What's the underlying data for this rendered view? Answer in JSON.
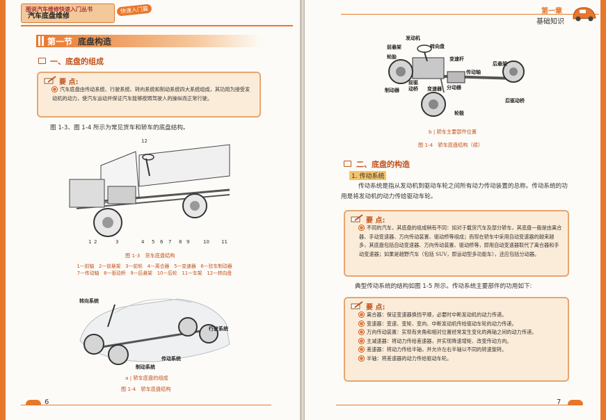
{
  "left_page": {
    "series_name": "图说汽车维修快速入门丛书",
    "book_title": "汽车底盘维修",
    "series_tag": "快速入门篇",
    "section_label": "第一节",
    "section_name": "底盘构造",
    "heading": "一、底盘的组成",
    "note": {
      "title": "要 点:",
      "text": "汽车底盘由传动系统、行驶系统、转向系统和制动系统四大系统组成，其功用为接受发动机的动力，使汽车运动并保证汽车能够按照驾驶人的操纵而正常行驶。"
    },
    "intro": "图 1-3、图 1-4 所示为常见货车和轿车的底盘结构。",
    "truck_figure": {
      "numbers": [
        "1",
        "2",
        "3",
        "4",
        "5",
        "6",
        "7",
        "8",
        "9",
        "10",
        "11",
        "12"
      ],
      "caption": "图 1-3　货车底盘结构",
      "legend_line1": "1—前轴　2—前悬架　3—前轮　4—离合器　5—变速器　6—驻车制动器",
      "legend_line2": "7—传动轴　8—驱动桥　9—后悬架　10—后轮　11—车架　12—转向盘"
    },
    "car_figure": {
      "label_steering": "转向系统",
      "label_driving": "行驶系统",
      "label_transmission": "传动系统",
      "label_braking": "制动系统",
      "subcaption": "a | 轿车底盘的组成",
      "caption": "图 1-4　轿车底盘结构"
    },
    "page_number": "6"
  },
  "right_page": {
    "chapter_title": "第一章",
    "chapter_sub": "基础知识",
    "figure": {
      "labels": {
        "engine": "发动机",
        "front_suspension": "前悬架",
        "steering_wheel": "转向盘",
        "wheel": "轮胎",
        "shift_lever": "变速杆",
        "drive_shaft": "传动轴",
        "rear_suspension": "后悬架",
        "brake": "制动器",
        "front_drive_axle": "前驱动桥",
        "transmission": "变速器",
        "transfer_case": "分动器",
        "rear_drive_axle": "后驱动桥",
        "hub": "轮毂"
      },
      "subcaption": "b | 轿车主要部件位置",
      "caption": "图 1-4　轿车底盘结构（续）"
    },
    "heading": "二、底盘的构造",
    "subheading": "1. 传动系统",
    "para1": "传动系统是指从发动机到驱动车轮之间所有动力传动装置的总称。传动系统的功用是将发动机的动力传给驱动车轮。",
    "note1": {
      "title": "要 点:",
      "text": "不同的汽车，其底盘的组成稍有不同：如对于载货汽车及部分轿车，其底盘一般是由离合器、手动变速器、万向传动装置、驱动桥等组成；而现在轿车中采用自动变速器的越来越多，其底盘包括自动变速器、万向传动装置、驱动桥等，即用自动变速器取代了离合器和手动变速器；如果是越野汽车（包括 SUV，即运动型多功能车），还应包括分动器。"
    },
    "para2": "典型传动系统的结构如图 1-5 所示。传动系统主要部件的功用如下:",
    "note2": {
      "title": "要 点:",
      "items": [
        "离合器：保证变速器换挡平顺，必要时中断发动机的动力传递。",
        "变速器：变速、变矩、变向、中断发动机传给驱动车轮的动力传递。",
        "万向传动装置：实现有夹角和相对位置经常发生变化的两轴之间的动力传递。",
        "主减速器：将动力传给差速器，并实现降速增矩、改变传动方向。",
        "差速器：将动力传给半轴，并允许左右半轴以不同的转速旋转。",
        "半轴：将差速器的动力传给驱动车轮。"
      ]
    },
    "page_number": "7"
  }
}
